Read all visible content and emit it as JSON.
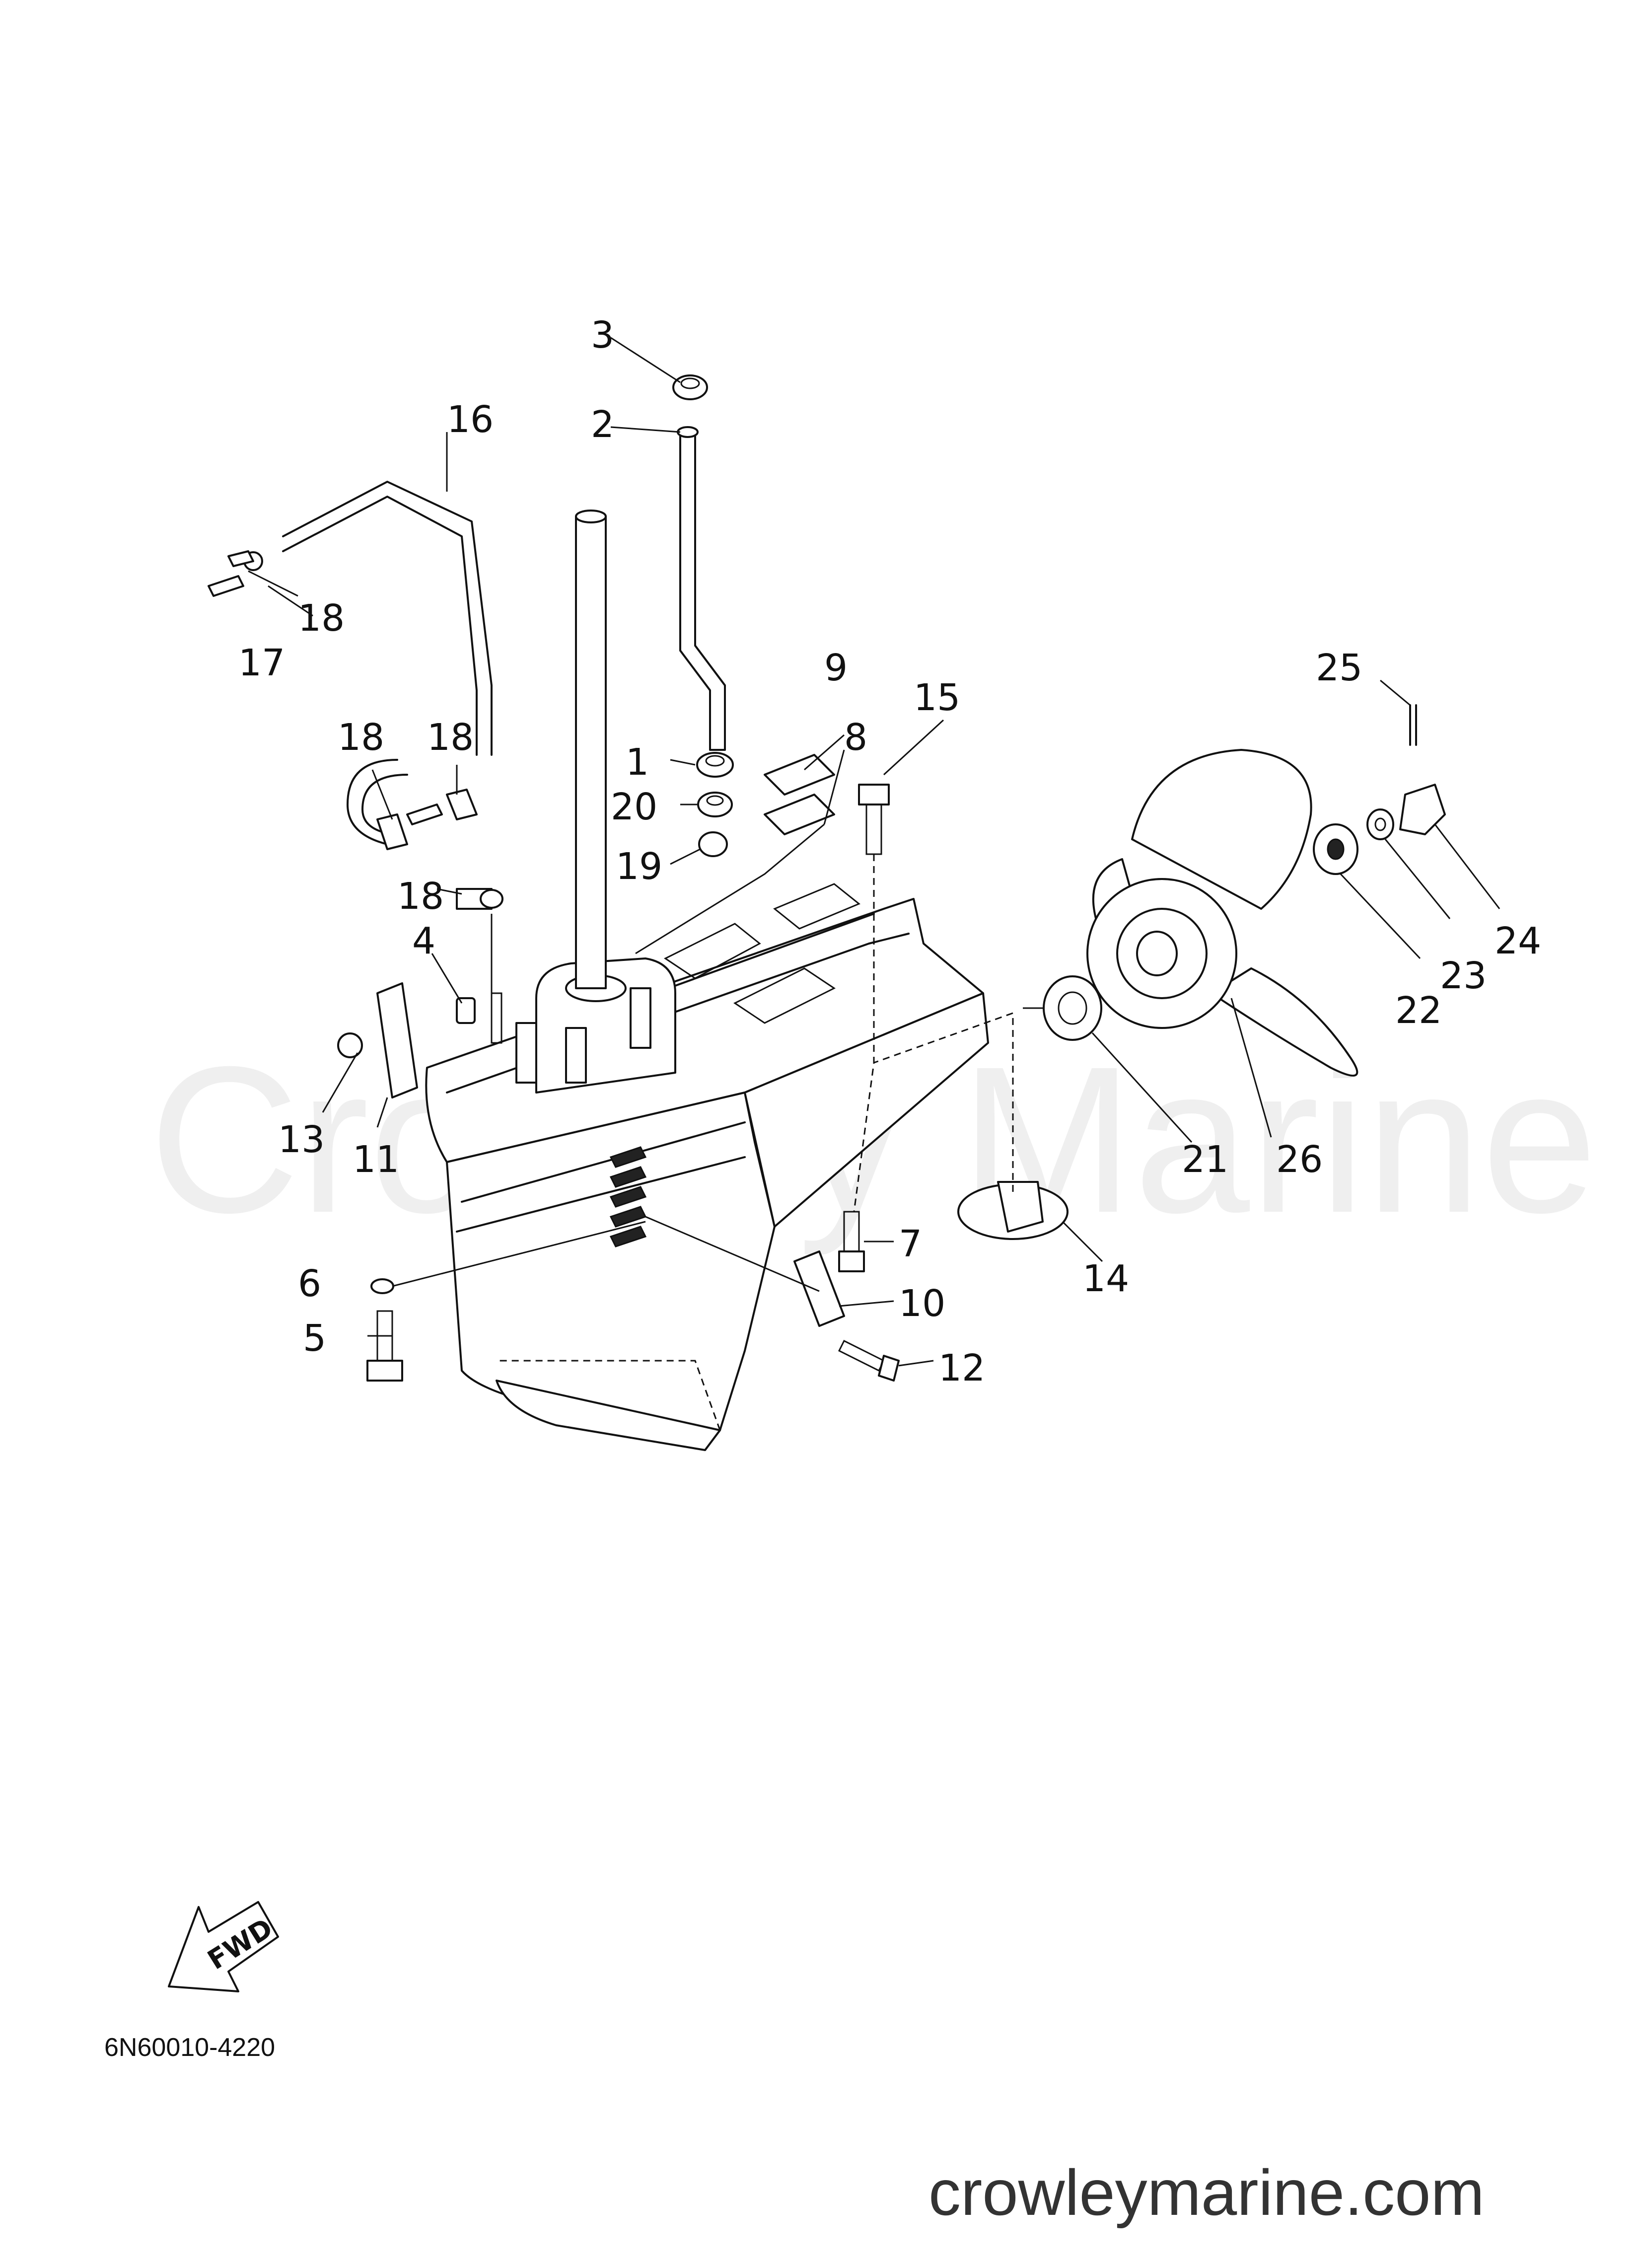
{
  "watermark": "Crowley Marine",
  "website": "crowleymarine.com",
  "diagram_code": "6N60010-4220",
  "fwd_label": "FWD",
  "parts": [
    {
      "id": "1",
      "label": "1"
    },
    {
      "id": "2",
      "label": "2"
    },
    {
      "id": "3",
      "label": "3"
    },
    {
      "id": "4",
      "label": "4"
    },
    {
      "id": "5",
      "label": "5"
    },
    {
      "id": "6",
      "label": "6"
    },
    {
      "id": "7",
      "label": "7"
    },
    {
      "id": "8",
      "label": "8"
    },
    {
      "id": "9",
      "label": "9"
    },
    {
      "id": "10",
      "label": "10"
    },
    {
      "id": "11",
      "label": "11"
    },
    {
      "id": "12",
      "label": "12"
    },
    {
      "id": "13",
      "label": "13"
    },
    {
      "id": "14",
      "label": "14"
    },
    {
      "id": "15",
      "label": "15"
    },
    {
      "id": "16",
      "label": "16"
    },
    {
      "id": "17",
      "label": "17"
    },
    {
      "id": "18a",
      "label": "18"
    },
    {
      "id": "18b",
      "label": "18"
    },
    {
      "id": "18c",
      "label": "18"
    },
    {
      "id": "18d",
      "label": "18"
    },
    {
      "id": "19",
      "label": "19"
    },
    {
      "id": "20",
      "label": "20"
    },
    {
      "id": "21",
      "label": "21"
    },
    {
      "id": "22",
      "label": "22"
    },
    {
      "id": "23",
      "label": "23"
    },
    {
      "id": "24",
      "label": "24"
    },
    {
      "id": "25",
      "label": "25"
    },
    {
      "id": "26",
      "label": "26"
    }
  ]
}
